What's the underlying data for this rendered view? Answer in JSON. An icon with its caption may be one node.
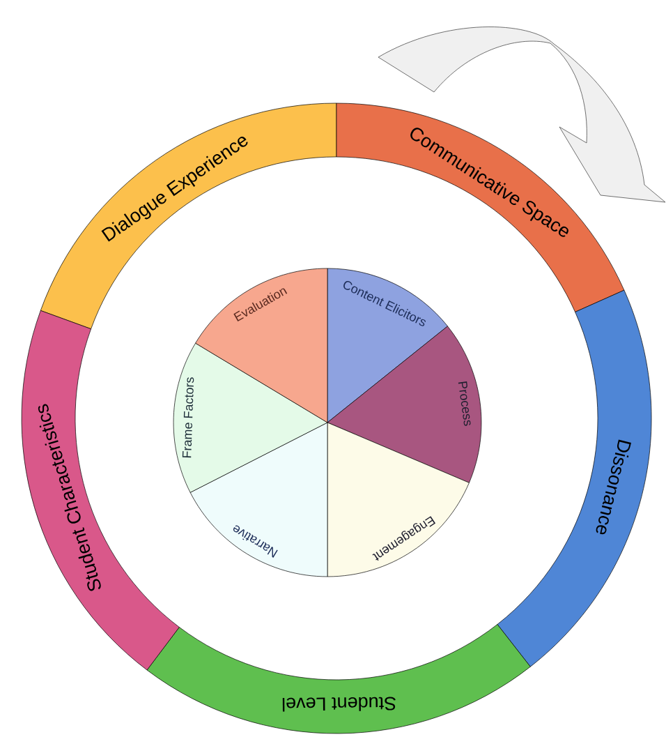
{
  "diagram": {
    "nodes": [
      {
        "text": [
          "Dialogue Experience"
        ]
      },
      {
        "text": [
          "Communicative Space"
        ]
      },
      {
        "text": [
          "Dissonance"
        ]
      },
      {
        "text": [
          "Student Level"
        ]
      },
      {
        "text": [
          "Student Characteristics"
        ]
      },
      {
        "text": [
          "Content Elicitors"
        ]
      },
      {
        "text": [
          "Process"
        ]
      },
      {
        "text": [
          "Engagement"
        ]
      },
      {
        "text": [
          "Narrative"
        ]
      },
      {
        "text": [
          "Frame Factors"
        ]
      },
      {
        "text": [
          "Evaluation"
        ]
      }
    ]
  }
}
